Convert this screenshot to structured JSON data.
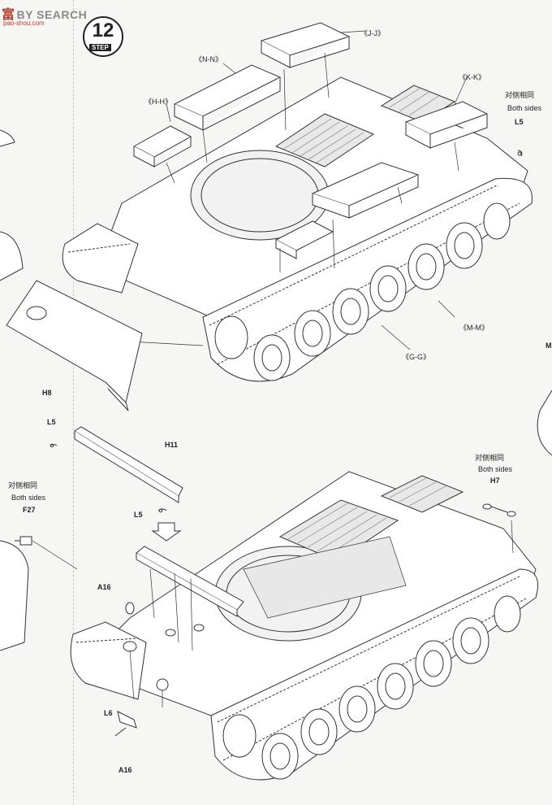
{
  "watermark": {
    "cn": "富",
    "en": "BY SEARCH",
    "sub": "pao-shou.com"
  },
  "step": {
    "number": "12",
    "label": "STEP"
  },
  "top_assembly": {
    "labels": {
      "jj": "《J-J》",
      "nn": "《N-N》",
      "hh": "《H-H》",
      "kk": "《K-K》",
      "mm": "《M-M》",
      "gg": "《G-G》",
      "h8": "H8",
      "l5": "L5",
      "both_sides_cn": "对侧相同",
      "both_sides_en": "Both sides"
    }
  },
  "bottom_assembly": {
    "labels": {
      "l5_a": "L5",
      "l5_b": "L5",
      "h11": "H11",
      "h7": "H7",
      "a16_a": "A16",
      "a16_b": "A16",
      "l6": "L6",
      "f27": "F27",
      "both_sides_cn_left": "对侧相同",
      "both_sides_en_left": "Both sides",
      "both_sides_cn_right": "对侧相同",
      "both_sides_en_right": "Both sides"
    }
  },
  "edge_labels": {
    "m_right": "M"
  }
}
